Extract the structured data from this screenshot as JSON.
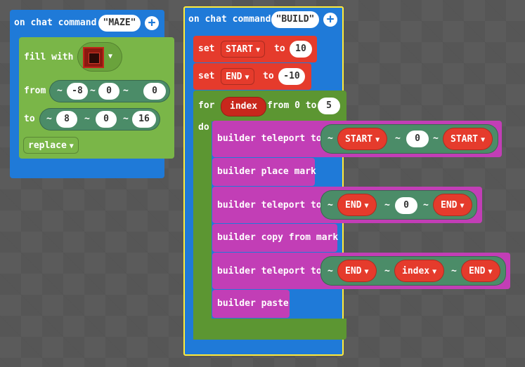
{
  "maze": {
    "header": "on chat command",
    "command": "\"MAZE\"",
    "fill_with": "fill with",
    "from": "from",
    "to": "to",
    "from_coords": [
      "-8",
      "0",
      "0"
    ],
    "to_coords": [
      "8",
      "0",
      "16"
    ],
    "tilde": "~",
    "mode": "replace",
    "block_icon": "redstone-block-icon"
  },
  "build": {
    "header": "on chat command",
    "command": "\"BUILD\"",
    "set1": {
      "kw": "set",
      "var": "START",
      "to": "to",
      "value": "10"
    },
    "set2": {
      "kw": "set",
      "var": "END",
      "to": "to",
      "value": "-10"
    },
    "for": {
      "kw": "for",
      "var": "index",
      "from": "from 0 to",
      "value": "5",
      "do": "do"
    },
    "tp1": {
      "text": "builder teleport to",
      "a": "START",
      "b": "0",
      "c": "START"
    },
    "place": "builder place mark",
    "tp2": {
      "text": "builder teleport to",
      "a": "END",
      "b": "0",
      "c": "END"
    },
    "copy": "builder copy from mark",
    "tp3": {
      "text": "builder teleport to",
      "a": "END",
      "b": "index",
      "c": "END"
    },
    "paste": "builder paste"
  },
  "colors": {
    "event": "#1f7ad8",
    "blocks": "#7ab648",
    "loops": "#5c9632",
    "variables": "#e53b2c",
    "builder": "#c23eb6",
    "highlight": "#ffeb3b"
  }
}
